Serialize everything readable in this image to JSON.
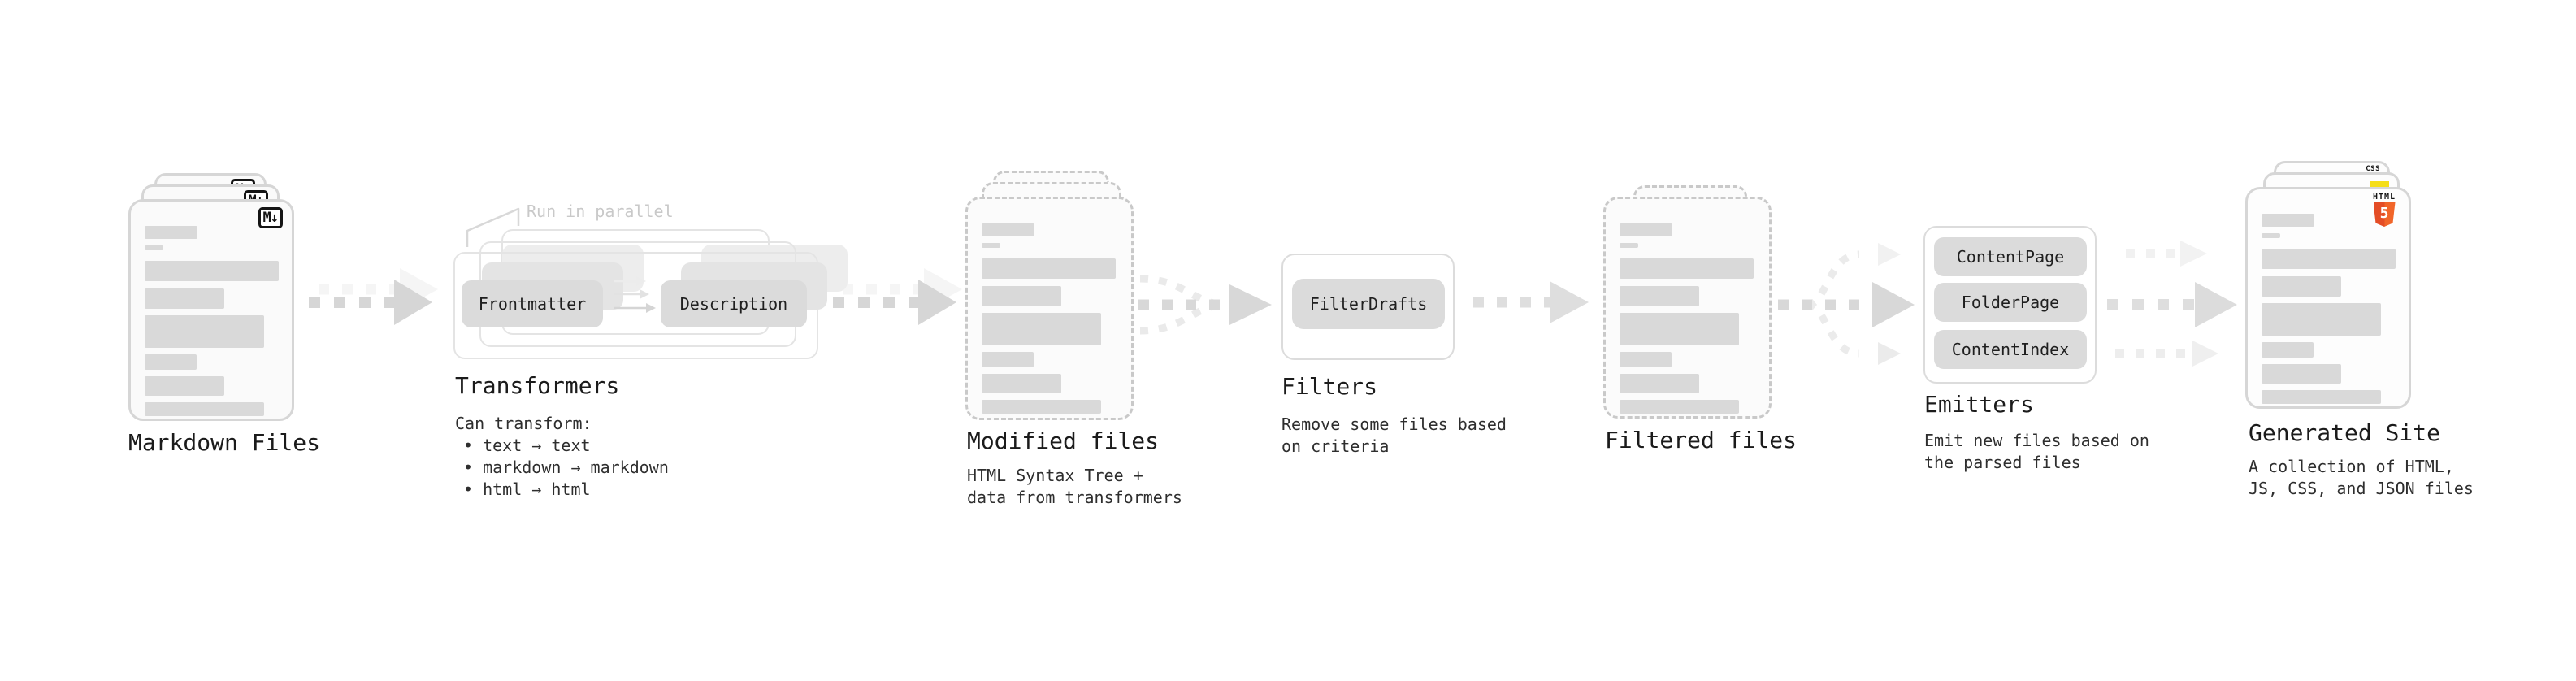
{
  "diagram": {
    "markdown_files": {
      "label": "Markdown Files",
      "icon_label": "M↓"
    },
    "transformers": {
      "annotation": "Run in parallel",
      "boxes": [
        "Frontmatter",
        "Description"
      ],
      "title": "Transformers",
      "desc_heading": "Can transform:",
      "bullets": [
        "• text → text",
        "• markdown → markdown",
        "• html → html"
      ]
    },
    "modified_files": {
      "title": "Modified files",
      "desc_lines": [
        "HTML Syntax Tree +",
        "data from transformers"
      ]
    },
    "filters": {
      "title": "Filters",
      "boxes": [
        "FilterDrafts"
      ],
      "desc_lines": [
        "Remove some files based",
        "on criteria"
      ]
    },
    "filtered_files": {
      "title": "Filtered files"
    },
    "emitters": {
      "title": "Emitters",
      "boxes": [
        "ContentPage",
        "FolderPage",
        "ContentIndex"
      ],
      "desc_lines": [
        "Emit new files based on",
        "the parsed files"
      ]
    },
    "generated_site": {
      "title": "Generated Site",
      "desc_lines": [
        "A collection of HTML,",
        "JS, CSS, and JSON files"
      ],
      "badges": {
        "html5": {
          "label": "HTML",
          "number": "5"
        },
        "css": {
          "label": "CSS"
        }
      }
    }
  },
  "colors": {
    "html5_orange": "#e44d26",
    "css_blue": "#2d6bf0",
    "js_yellow": "#f5de19",
    "skeleton_gray": "#d9d9d9",
    "arrow_gray": "#d6d6d6",
    "annotation_gray": "#c9c9c9",
    "text_dark": "#1d1d1d"
  }
}
